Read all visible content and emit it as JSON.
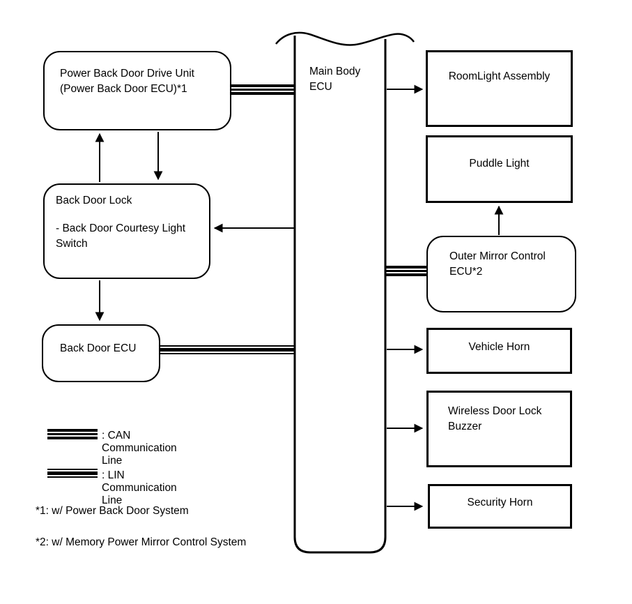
{
  "nodes": {
    "main_body_ecu": {
      "lines": [
        "Main Body",
        "ECU"
      ]
    },
    "power_back_door_drive_unit": {
      "lines": [
        "Power Back Door Drive Unit",
        "(Power Back Door ECU)*1"
      ]
    },
    "back_door_lock": {
      "title": "Back Door Lock",
      "subtitle": "- Back Door Courtesy Light Switch"
    },
    "back_door_ecu": {
      "label": "Back Door ECU"
    },
    "roomlight_assembly": {
      "label": "RoomLight Assembly"
    },
    "puddle_light": {
      "label": "Puddle Light"
    },
    "outer_mirror_control_ecu": {
      "lines": [
        "Outer Mirror Control",
        "ECU*2"
      ]
    },
    "vehicle_horn": {
      "label": "Vehicle Horn"
    },
    "wireless_door_lock_buzzer": {
      "lines": [
        "Wireless Door Lock",
        "Buzzer"
      ]
    },
    "security_horn": {
      "label": "Security Horn"
    }
  },
  "legend": {
    "can_label": ": CAN Communication Line",
    "lin_label": ": LIN Communication Line"
  },
  "notes": [
    "*1: w/ Power Back Door System",
    "*2: w/ Memory Power Mirror Control System"
  ],
  "colors": {
    "line": "#000000",
    "background": "#ffffff"
  }
}
